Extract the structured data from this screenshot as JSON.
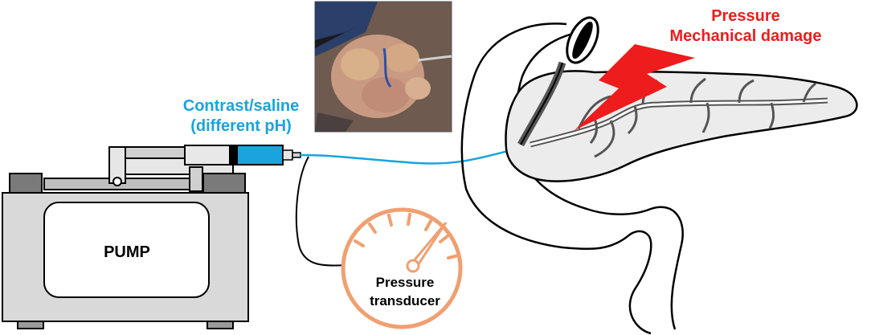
{
  "labels": {
    "pump": "PUMP",
    "infusate_line1": "Contrast/saline",
    "infusate_line2": "(different pH)",
    "transducer_line1": "Pressure",
    "transducer_line2": "transducer",
    "injury_line1": "Pressure",
    "injury_line2": "Mechanical damage"
  },
  "colors": {
    "infusate": "#1aa3dd",
    "injury": "#ee1c1c",
    "gauge": "#f0a070",
    "pump_body": "#d9d9d9",
    "outline": "#000000"
  },
  "icons": {
    "pump": "syringe-pump-icon",
    "gauge": "pressure-gauge-icon",
    "organ": "pancreas-duodenum-icon",
    "photo": "surgical-photo",
    "injury": "lightning-bolt-icon"
  }
}
